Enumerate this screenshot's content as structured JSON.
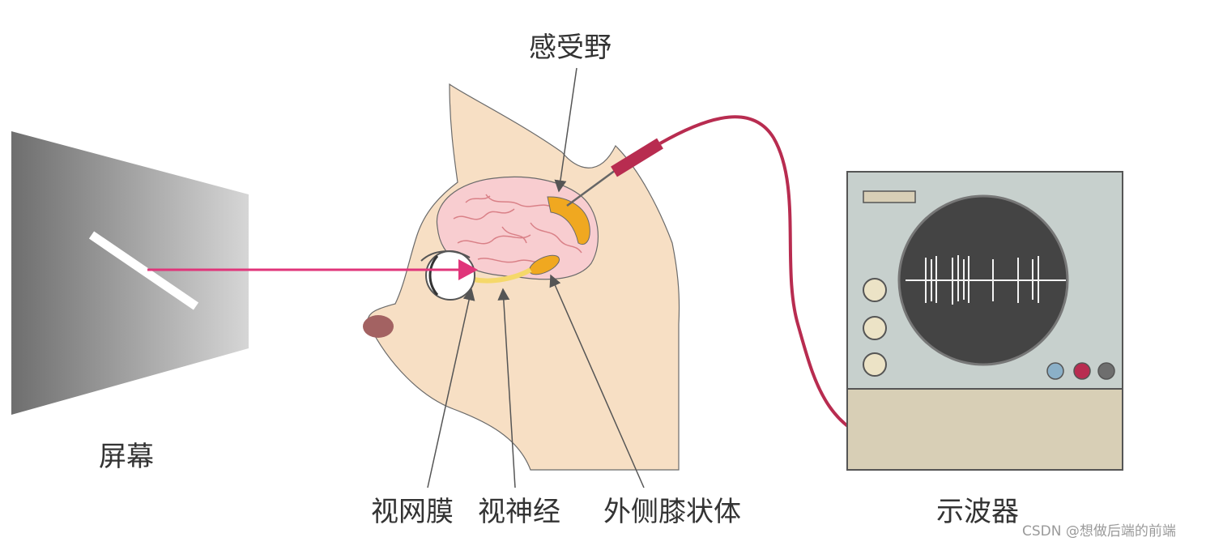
{
  "labels": {
    "screen": "屏幕",
    "receptive_field": "感受野",
    "retina": "视网膜",
    "optic_nerve": "视神经",
    "lgn": "外侧膝状体",
    "oscilloscope": "示波器"
  },
  "watermark": "CSDN @想做后端的前端",
  "colors": {
    "screen_dark": "#6e6e6e",
    "screen_light": "#d6d6d6",
    "cat": "#f7dfc4",
    "brain": "#f8cdd0",
    "brain_folds": "#d98087",
    "highlight": "#f0a820",
    "light_ray": "#e0357a",
    "cable": "#b82c50",
    "scope_panel": "#c7d0cd",
    "scope_base": "#d8cfb6",
    "scope_screen": "#444444",
    "trace": "#f2f2f2",
    "arrow": "#555555"
  }
}
